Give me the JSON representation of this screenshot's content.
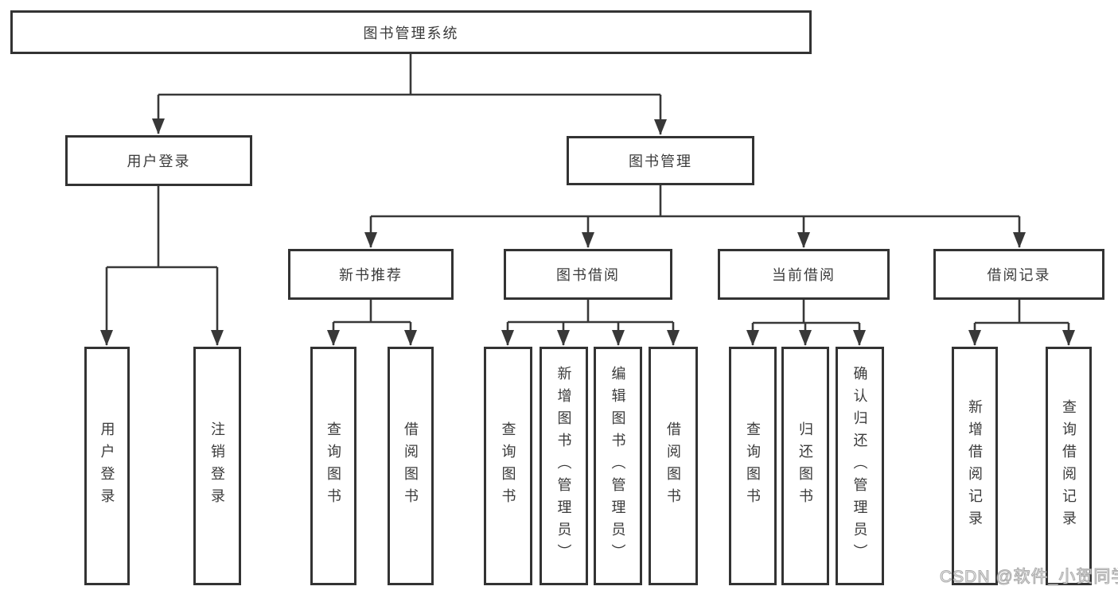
{
  "diagram": {
    "title": "图书管理系统",
    "accent_colors": {
      "line": "#383838",
      "border": "#333333",
      "text": "#3b3b3b",
      "background": "#ffffff"
    },
    "nodes": {
      "root": "图书管理系统",
      "user_login": "用户登录",
      "book_mgmt": "图书管理",
      "new_book": "新书推荐",
      "book_borrow": "图书借阅",
      "current_borrow": "当前借阅",
      "borrow_record": "借阅记录"
    },
    "leaves": {
      "user_login": [
        "用户登录",
        "注销登录"
      ],
      "new_book": [
        "查询图书",
        "借阅图书"
      ],
      "book_borrow": [
        "查询图书",
        "新增图书（管理员）",
        "编辑图书（管理员）",
        "借阅图书"
      ],
      "current_borrow": [
        "查询图书",
        "归还图书",
        "确认归还（管理员）"
      ],
      "borrow_record": [
        "新增借阅记录",
        "查询借阅记录"
      ]
    }
  },
  "watermark": "CSDN @软件_小贺同学"
}
